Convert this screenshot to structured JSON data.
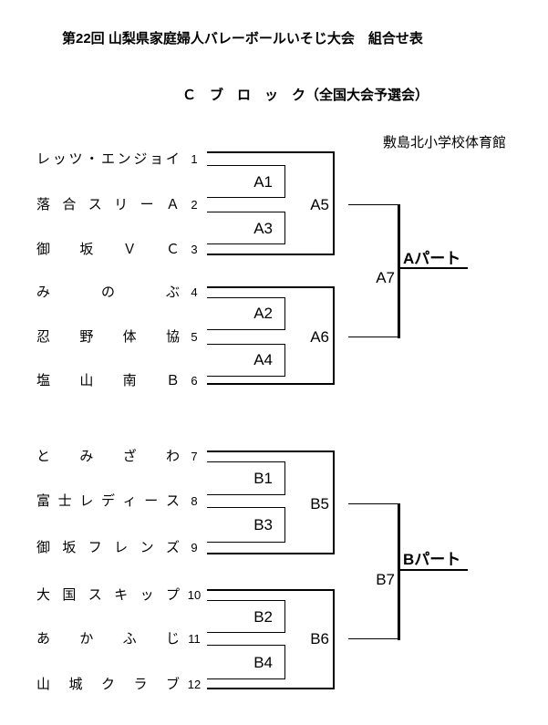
{
  "header": {
    "title": "第22回 山梨県家庭婦人バレーボールいそじ大会　組合せ表",
    "subtitle": "Ｃ　ブ　ロ　ッ　ク（全国大会予選会）",
    "venue": "敷島北小学校体育館"
  },
  "colors": {
    "ink": "#000000",
    "paper": "#ffffff"
  },
  "bracket": {
    "part_a": {
      "label": "Aパート",
      "teams": [
        {
          "name": "レッツ・エンジョイ",
          "seed": "1"
        },
        {
          "name": "落合スリーＡ",
          "seed": "2"
        },
        {
          "name": "御坂ＶＣ",
          "seed": "3"
        },
        {
          "name": "みのぶ",
          "seed": "4"
        },
        {
          "name": "忍野体協",
          "seed": "5"
        },
        {
          "name": "塩山南Ｂ",
          "seed": "6"
        }
      ],
      "matches": [
        "A1",
        "A2",
        "A3",
        "A4",
        "A5",
        "A6",
        "A7"
      ]
    },
    "part_b": {
      "label": "Bパート",
      "teams": [
        {
          "name": "とみざわ",
          "seed": "7"
        },
        {
          "name": "富士レディース",
          "seed": "8"
        },
        {
          "name": "御坂フレンズ",
          "seed": "9"
        },
        {
          "name": "大国スキップ",
          "seed": "10"
        },
        {
          "name": "あかふじ",
          "seed": "11"
        },
        {
          "name": "山城クラブ",
          "seed": "12"
        }
      ],
      "matches": [
        "B1",
        "B2",
        "B3",
        "B4",
        "B5",
        "B6",
        "B7"
      ]
    }
  }
}
